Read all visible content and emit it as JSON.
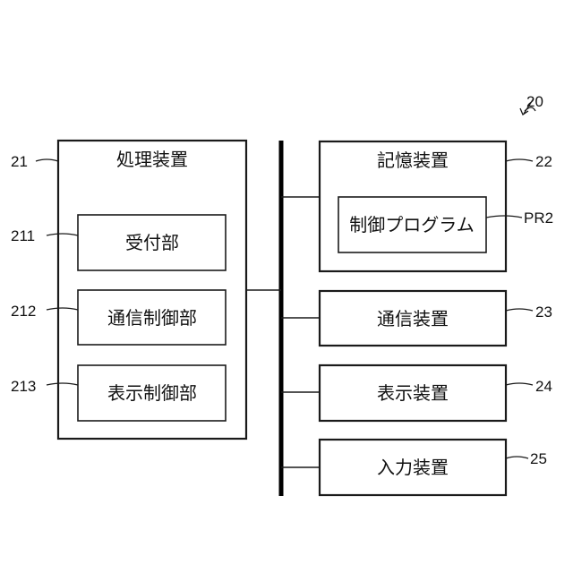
{
  "system_ref": "20",
  "processing_unit": {
    "ref": "21",
    "title": "処理装置",
    "modules": [
      {
        "ref": "211",
        "label": "受付部"
      },
      {
        "ref": "212",
        "label": "通信制御部"
      },
      {
        "ref": "213",
        "label": "表示制御部"
      }
    ]
  },
  "storage_unit": {
    "ref": "22",
    "title": "記憶装置",
    "program": {
      "ref": "PR2",
      "label": "制御プログラム"
    }
  },
  "devices": [
    {
      "ref": "23",
      "label": "通信装置"
    },
    {
      "ref": "24",
      "label": "表示装置"
    },
    {
      "ref": "25",
      "label": "入力装置"
    }
  ]
}
